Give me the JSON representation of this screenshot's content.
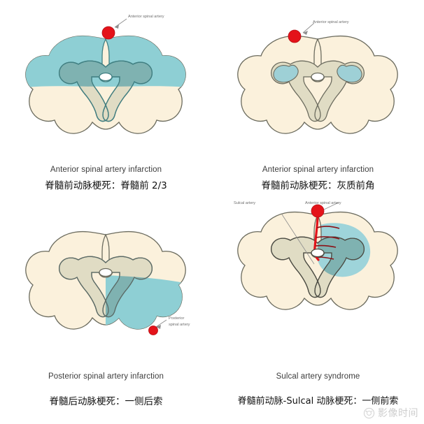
{
  "figure": {
    "title": "Spinal cord vascular infarction patterns",
    "background_color": "#ffffff"
  },
  "colors": {
    "white_matter_cream": "#fbf1dc",
    "gray_matter_tan": "#e0dcc4",
    "infarct_light_blue": "#9ed4da",
    "infarct_teal_gray": "#84b5b3",
    "artery_red": "#e4131a",
    "outline_dark": "#4a4a42",
    "outline_teal": "#3f7f82",
    "annotation_gray": "#6e6e6e",
    "caption_gray": "#3c3c3c",
    "caption_black": "#111111",
    "watermark_gray": "#8a8a8a"
  },
  "panels": [
    {
      "id": "panel-anterior-spinal-artery-2-3",
      "caption_en": "Anterior spinal artery infarction",
      "caption_zh": "脊髓前动脉梗死：脊髓前 2/3",
      "annotations": [
        {
          "name": "anterior-spinal-artery",
          "label": "Anterior spinal artery"
        }
      ],
      "artery_markers": [
        {
          "name": "anterior-spinal-artery-marker",
          "color": "#e4131a"
        }
      ],
      "infarct_regions": [
        {
          "name": "anterior-two-thirds-white-matter",
          "color": "#9ed4da"
        },
        {
          "name": "anterior-gray-matter-horns",
          "color": "#84b5b3"
        }
      ]
    },
    {
      "id": "panel-anterior-spinal-artery-gray-horn",
      "caption_en": "Anterior spinal artery infarction",
      "caption_zh": "脊髓前动脉梗死：灰质前角",
      "annotations": [
        {
          "name": "anterior-spinal-artery",
          "label": "Anterior spinal artery"
        }
      ],
      "artery_markers": [
        {
          "name": "anterior-spinal-artery-marker",
          "color": "#e4131a"
        }
      ],
      "infarct_regions": [
        {
          "name": "bilateral-anterior-horn",
          "color": "#9ed4da"
        }
      ]
    },
    {
      "id": "panel-posterior-spinal-artery",
      "caption_en": "Posterior spinal artery infarction",
      "caption_zh": "脊髓后动脉梗死：一侧后索",
      "annotations": [
        {
          "name": "posterior-spinal-artery",
          "label_line_1": "Posterior",
          "label_line_2": "spinal artery"
        }
      ],
      "artery_markers": [
        {
          "name": "posterior-spinal-artery-marker",
          "color": "#e4131a"
        }
      ],
      "infarct_regions": [
        {
          "name": "unilateral-posterior-column",
          "color": "#9ed4da"
        },
        {
          "name": "unilateral-posterior-horn",
          "color": "#84b5b3"
        }
      ]
    },
    {
      "id": "panel-sulcal-artery-syndrome",
      "caption_en": "Sulcal artery syndrome",
      "caption_zh": "脊髓前动脉-Sulcal 动脉梗死：一侧前索",
      "annotations": [
        {
          "name": "sulcal-artery",
          "label": "Sulcal artery"
        },
        {
          "name": "anterior-spinal-artery",
          "label": "Anterior spinal artery"
        }
      ],
      "artery_markers": [
        {
          "name": "anterior-spinal-artery-marker",
          "color": "#e4131a"
        }
      ],
      "infarct_regions": [
        {
          "name": "unilateral-anterior-column",
          "color": "#9ed4da"
        },
        {
          "name": "unilateral-anterior-horn",
          "color": "#84b5b3"
        }
      ]
    }
  ],
  "watermark": {
    "text": "影像时间",
    "logo_name": "camera-circle-logo"
  }
}
